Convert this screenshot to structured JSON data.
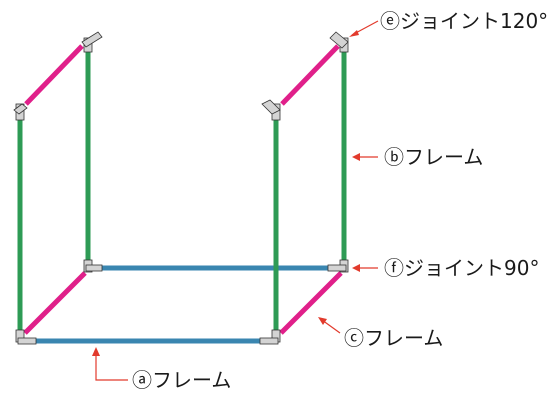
{
  "labels": {
    "frame_a": "ⓐフレーム",
    "frame_b": "ⓑフレーム",
    "frame_c": "ⓒフレーム",
    "joint_e": "ⓔジョイント120°",
    "joint_f": "ⓕジョイント90°"
  },
  "colors": {
    "frame_a": "#3a86b0",
    "frame_b": "#2e9b55",
    "frame_c": "#e0208a",
    "joint": "#c9c9c9",
    "arrow": "#e23a2c"
  }
}
